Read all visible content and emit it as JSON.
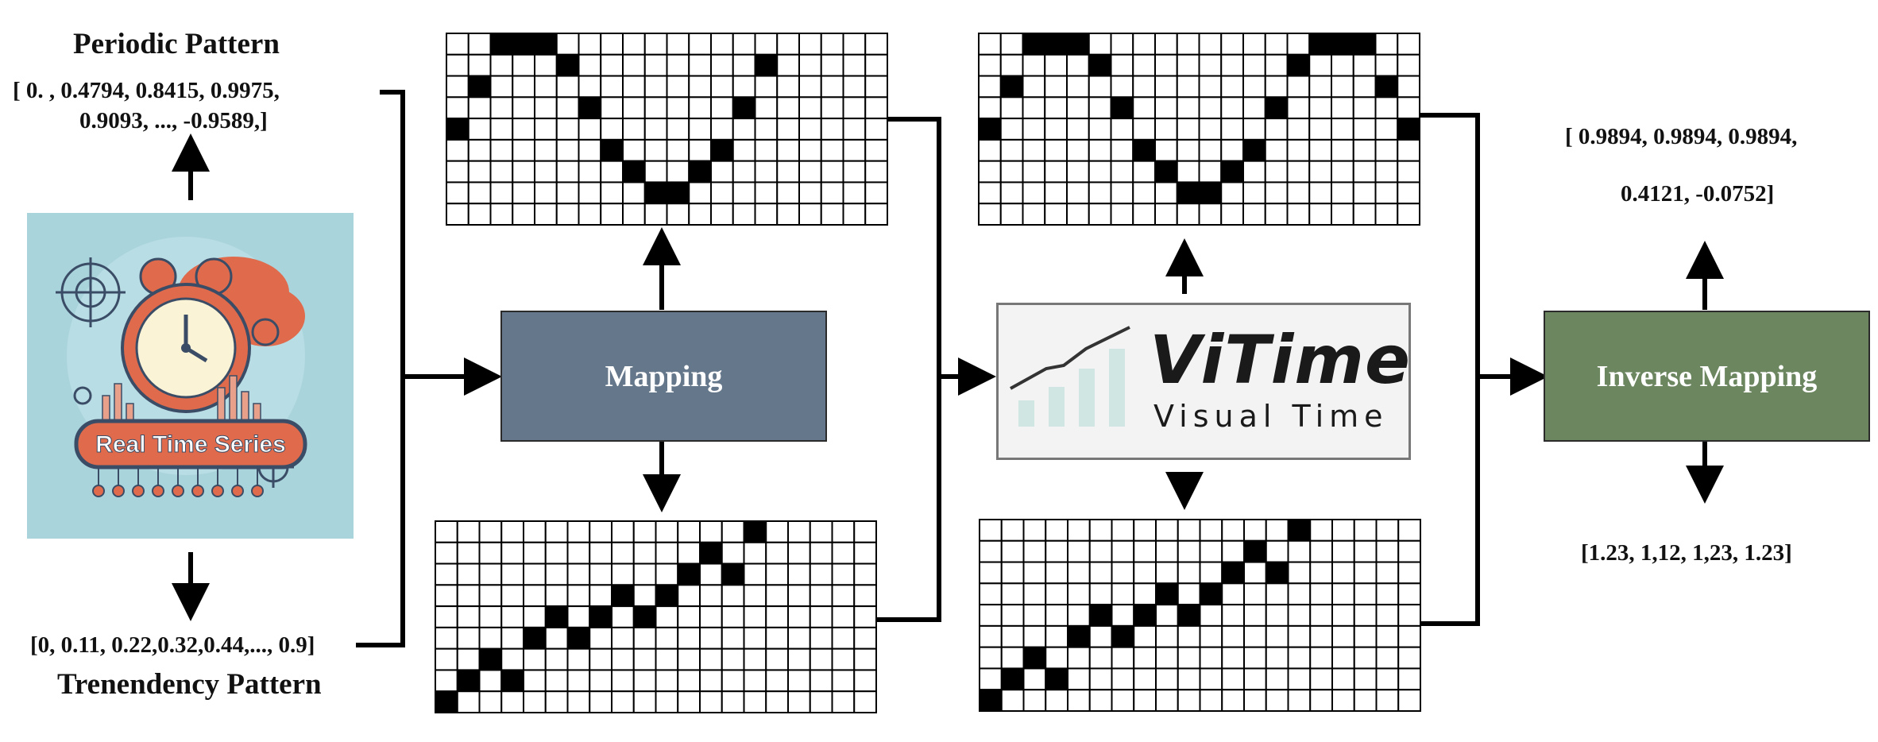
{
  "input": {
    "periodic_title": "Periodic  Pattern",
    "periodic_values_line1": "[ 0.    , 0.4794,  0.8415,  0.9975,",
    "periodic_values_line2": "0.9093,  ..., -0.9589,]",
    "trend_values": "[0, 0.11, 0.22,0.32,0.44,..., 0.9]",
    "trend_title": "Trenendency Pattern",
    "image_label": "Real Time Series"
  },
  "mapping": {
    "label": "Mapping",
    "color": "#65778a"
  },
  "vitime": {
    "logo_text": "ViTime",
    "subtitle": "Visual Time"
  },
  "inverse_mapping": {
    "label": "Inverse Mapping",
    "color": "#6c8660"
  },
  "output": {
    "periodic_line1": "[  0.9894,  0.9894, 0.9894,",
    "periodic_line2": "0.4121, -0.0752]",
    "trend_values": "[1.23, 1,12, 1,23, 1.23]"
  },
  "grids": {
    "mapping_periodic": {
      "rows": 9,
      "cols": 20,
      "filled_row_by_col": [
        4,
        2,
        0,
        0,
        0,
        1,
        3,
        5,
        6,
        7,
        7,
        6,
        5,
        3,
        1,
        null,
        null,
        null,
        null,
        null
      ]
    },
    "mapping_trend": {
      "rows": 9,
      "cols": 20,
      "filled_row_by_col": [
        8,
        7,
        6,
        7,
        5,
        4,
        5,
        4,
        3,
        4,
        3,
        2,
        1,
        2,
        0,
        null,
        null,
        null,
        null,
        null
      ]
    },
    "vitime_periodic": {
      "rows": 9,
      "cols": 20,
      "filled_row_by_col": [
        4,
        2,
        0,
        0,
        0,
        1,
        3,
        5,
        6,
        7,
        7,
        6,
        5,
        3,
        1,
        0,
        0,
        0,
        2,
        4
      ]
    },
    "vitime_trend": {
      "rows": 9,
      "cols": 20,
      "filled_row_by_col": [
        8,
        7,
        6,
        7,
        5,
        4,
        5,
        4,
        3,
        4,
        3,
        2,
        1,
        2,
        0,
        null,
        null,
        null,
        null,
        null
      ]
    }
  }
}
